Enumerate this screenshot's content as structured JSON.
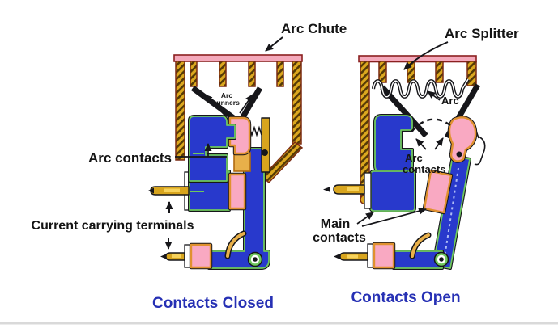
{
  "palette": {
    "body_blue": "#2839cc",
    "contact_pink": "#f9a9c2",
    "hatch_gold": "#dca81f",
    "hatch_stripe": "#553a06",
    "terminal_gold": "#d8a51e",
    "terminal_highlight": "#f7d25a",
    "outline_green": "#6fc85e",
    "outline_orange": "#e0912f",
    "chute_top_pink": "#f4a9bb",
    "chute_border_red": "#8b2020",
    "label_text": "#141414",
    "caption_blue": "#2630b4",
    "background": "#ffffff",
    "divider_gray": "#d9d9d9"
  },
  "left_diagram": {
    "caption": "Contacts Closed",
    "labels": {
      "arc_chute": "Arc Chute",
      "arc_runners_line1": "Arc",
      "arc_runners_line2": "runners",
      "arc_contacts": "Arc contacts",
      "current_carrying_terminals": "Current carrying terminals"
    }
  },
  "right_diagram": {
    "caption": "Contacts Open",
    "labels": {
      "arc_splitter": "Arc Splitter",
      "arc": "Arc",
      "arc_contacts_line1": "Arc",
      "arc_contacts_line2": "contacts",
      "main_contacts_line1": "Main",
      "main_contacts_line2": "contacts"
    }
  }
}
